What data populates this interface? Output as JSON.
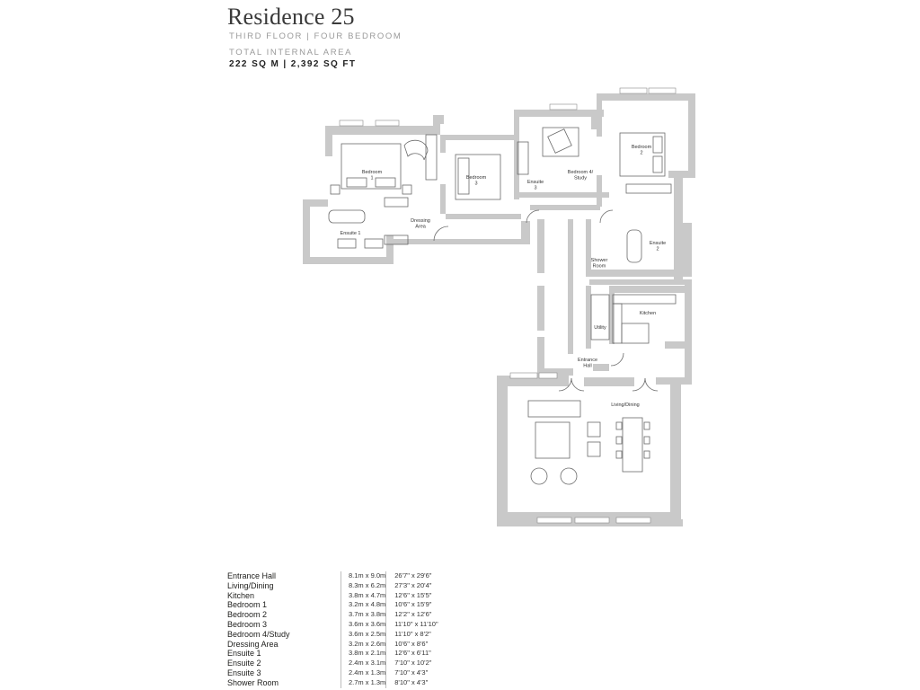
{
  "header": {
    "title": "Residence 25",
    "floor_info": "THIRD FLOOR | FOUR BEDROOM",
    "area_label": "TOTAL INTERNAL AREA",
    "area_value": "222 SQ M | 2,392 SQ FT"
  },
  "plan": {
    "wall_color": "#c9c9c9",
    "rooms": {
      "bedroom1": "Bedroom\n1",
      "bedroom2": "Bedroom\n2",
      "bedroom3": "Bedroom\n3",
      "bedroom4": "Bedroom 4/\nStudy",
      "dressing": "Dressing\nArea",
      "ensuite1": "Ensuite 1",
      "ensuite2": "Ensuite\n2",
      "ensuite3": "Ensuite\n3",
      "shower": "Shower\nRoom",
      "utility": "Utility",
      "kitchen": "Kitchen",
      "entrance": "Entrance\nHall",
      "living": "Living/Dining"
    }
  },
  "schedule": [
    {
      "room": "Entrance Hall",
      "metric": "8.1m x 9.0m",
      "imperial": "26'7\" x 29'6\""
    },
    {
      "room": "Living/Dining",
      "metric": "8.3m x 6.2m",
      "imperial": "27'3\" x 20'4\""
    },
    {
      "room": "Kitchen",
      "metric": "3.8m x 4.7m",
      "imperial": "12'6\" x 15'5\""
    },
    {
      "room": "Bedroom 1",
      "metric": "3.2m x 4.8m",
      "imperial": "10'6\" x 15'9\""
    },
    {
      "room": "Bedroom 2",
      "metric": "3.7m x 3.8m",
      "imperial": "12'2\" x 12'6\""
    },
    {
      "room": "Bedroom 3",
      "metric": "3.6m x 3.6m",
      "imperial": "11'10\" x 11'10\""
    },
    {
      "room": "Bedroom 4/Study",
      "metric": "3.6m x 2.5m",
      "imperial": "11'10\" x 8'2\""
    },
    {
      "room": "Dressing Area",
      "metric": "3.2m x 2.6m",
      "imperial": "10'6\" x 8'6\""
    },
    {
      "room": "Ensuite 1",
      "metric": "3.8m x 2.1m",
      "imperial": "12'6\" x 6'11\""
    },
    {
      "room": "Ensuite 2",
      "metric": "2.4m x 3.1m",
      "imperial": "7'10\" x 10'2\""
    },
    {
      "room": "Ensuite 3",
      "metric": "2.4m x 1.3m",
      "imperial": "7'10\" x 4'3\""
    },
    {
      "room": "Shower Room",
      "metric": "2.7m x 1.3m",
      "imperial": "8'10\" x 4'3\""
    }
  ]
}
